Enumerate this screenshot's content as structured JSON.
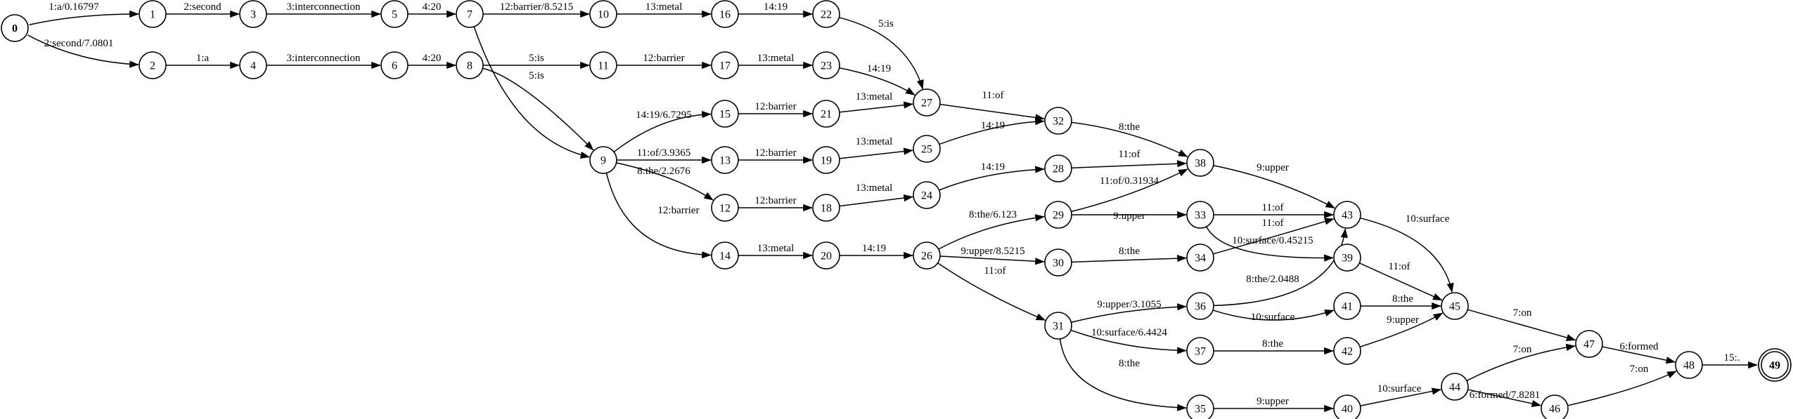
{
  "graph": {
    "start_node": "0",
    "final_node": "49",
    "nodes": [
      "0",
      "1",
      "2",
      "3",
      "4",
      "5",
      "6",
      "7",
      "8",
      "9",
      "10",
      "11",
      "12",
      "13",
      "14",
      "15",
      "16",
      "17",
      "18",
      "19",
      "20",
      "21",
      "22",
      "23",
      "24",
      "25",
      "26",
      "27",
      "28",
      "29",
      "30",
      "31",
      "32",
      "33",
      "34",
      "35",
      "36",
      "37",
      "38",
      "39",
      "40",
      "41",
      "42",
      "43",
      "44",
      "45",
      "46",
      "47",
      "48",
      "49"
    ],
    "edges": [
      {
        "from": "0",
        "to": "1",
        "label": "1:a/0.16797"
      },
      {
        "from": "0",
        "to": "2",
        "label": "2:second/7.0801"
      },
      {
        "from": "1",
        "to": "3",
        "label": "2:second"
      },
      {
        "from": "2",
        "to": "4",
        "label": "1:a"
      },
      {
        "from": "3",
        "to": "5",
        "label": "3:interconnection"
      },
      {
        "from": "4",
        "to": "6",
        "label": "3:interconnection"
      },
      {
        "from": "5",
        "to": "7",
        "label": "4:20"
      },
      {
        "from": "6",
        "to": "8",
        "label": "4:20"
      },
      {
        "from": "7",
        "to": "10",
        "label": "12:barrier/8.5215"
      },
      {
        "from": "7",
        "to": "9",
        "label": ""
      },
      {
        "from": "8",
        "to": "11",
        "label": "5:is"
      },
      {
        "from": "8",
        "to": "9",
        "label": "5:is"
      },
      {
        "from": "10",
        "to": "16",
        "label": "13:metal"
      },
      {
        "from": "16",
        "to": "22",
        "label": "14:19"
      },
      {
        "from": "22",
        "to": "27",
        "label": "5:is"
      },
      {
        "from": "11",
        "to": "17",
        "label": "12:barrier"
      },
      {
        "from": "17",
        "to": "23",
        "label": "13:metal"
      },
      {
        "from": "23",
        "to": "27",
        "label": "14:19"
      },
      {
        "from": "9",
        "to": "15",
        "label": "14:19/6.7295"
      },
      {
        "from": "9",
        "to": "13",
        "label": "11:of/3.9365"
      },
      {
        "from": "9",
        "to": "12",
        "label": "8:the/2.2676"
      },
      {
        "from": "9",
        "to": "14",
        "label": "12:barrier"
      },
      {
        "from": "15",
        "to": "21",
        "label": "12:barrier"
      },
      {
        "from": "21",
        "to": "27",
        "label": "13:metal"
      },
      {
        "from": "13",
        "to": "19",
        "label": "12:barrier"
      },
      {
        "from": "19",
        "to": "25",
        "label": "13:metal"
      },
      {
        "from": "25",
        "to": "32",
        "label": "14:19"
      },
      {
        "from": "12",
        "to": "18",
        "label": "12:barrier"
      },
      {
        "from": "18",
        "to": "24",
        "label": "13:metal"
      },
      {
        "from": "24",
        "to": "28",
        "label": "14:19"
      },
      {
        "from": "14",
        "to": "20",
        "label": "13:metal"
      },
      {
        "from": "20",
        "to": "26",
        "label": "14:19"
      },
      {
        "from": "27",
        "to": "32",
        "label": "11:of"
      },
      {
        "from": "32",
        "to": "38",
        "label": "8:the"
      },
      {
        "from": "28",
        "to": "38",
        "label": "11:of"
      },
      {
        "from": "26",
        "to": "29",
        "label": "8:the/6.123"
      },
      {
        "from": "26",
        "to": "30",
        "label": "9:upper/8.5215"
      },
      {
        "from": "26",
        "to": "31",
        "label": "11:of"
      },
      {
        "from": "29",
        "to": "38",
        "label": "11:of/0.31934"
      },
      {
        "from": "29",
        "to": "33",
        "label": "9:upper"
      },
      {
        "from": "30",
        "to": "34",
        "label": "8:the"
      },
      {
        "from": "33",
        "to": "43",
        "label": "11:of"
      },
      {
        "from": "33",
        "to": "39",
        "label": ""
      },
      {
        "from": "34",
        "to": "43",
        "label": "11:of"
      },
      {
        "from": "38",
        "to": "43",
        "label": "9:upper"
      },
      {
        "from": "31",
        "to": "36",
        "label": "9:upper/3.1055"
      },
      {
        "from": "31",
        "to": "37",
        "label": "10:surface/6.4424"
      },
      {
        "from": "31",
        "to": "35",
        "label": "8:the"
      },
      {
        "from": "36",
        "to": "43",
        "label": "8:the/2.0488"
      },
      {
        "from": "36",
        "to": "41",
        "label": "10:surface"
      },
      {
        "from": "37",
        "to": "42",
        "label": "8:the"
      },
      {
        "from": "35",
        "to": "40",
        "label": "9:upper"
      },
      {
        "from": "39",
        "to": "45",
        "label": "11:of"
      },
      {
        "from": "43",
        "to": "45",
        "label": "10:surface"
      },
      {
        "from": "41",
        "to": "45",
        "label": "8:the"
      },
      {
        "from": "42",
        "to": "45",
        "label": "9:upper"
      },
      {
        "from": "40",
        "to": "44",
        "label": "10:surface"
      },
      {
        "from": "45",
        "to": "47",
        "label": "7:on"
      },
      {
        "from": "44",
        "to": "47",
        "label": "7:on"
      },
      {
        "from": "44",
        "to": "46",
        "label": "6:formed/7.8281"
      },
      {
        "from": "47",
        "to": "48",
        "label": "6:formed"
      },
      {
        "from": "46",
        "to": "48",
        "label": "7:on"
      },
      {
        "from": "48",
        "to": "49",
        "label": "15:."
      }
    ],
    "extra_labels": [
      {
        "id": "l-7-10-b",
        "text": "10:surface/0.45215"
      }
    ]
  }
}
